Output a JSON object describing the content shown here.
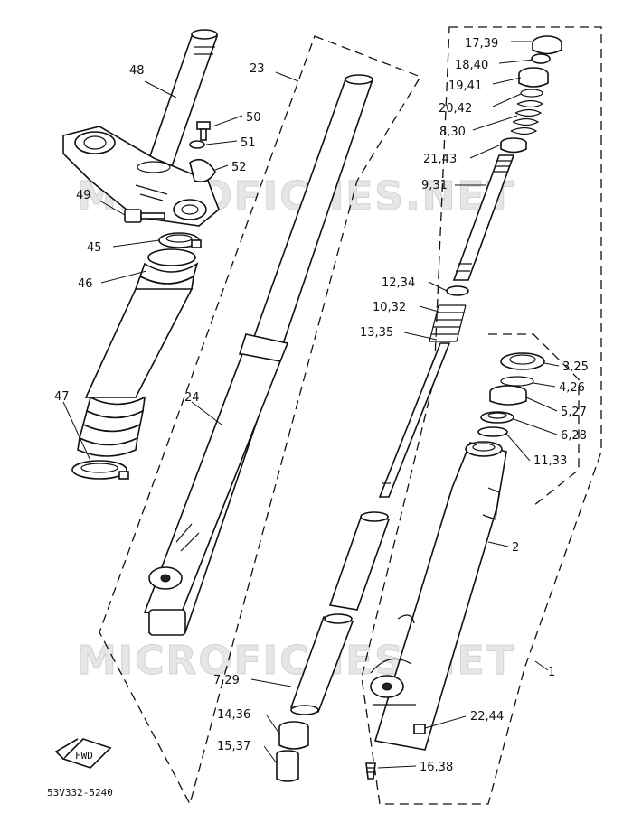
{
  "watermarks": [
    "MICROFICHES.NET",
    "MICROFICHES.NET"
  ],
  "catalog_number": "53V332-5240",
  "fwd_label": "FWD",
  "callouts": {
    "c48": "48",
    "c50": "50",
    "c51": "51",
    "c52": "52",
    "c49": "49",
    "c45": "45",
    "c46": "46",
    "c47": "47",
    "c23": "23",
    "c24": "24",
    "c17_39": "17,39",
    "c18_40": "18,40",
    "c19_41": "19,41",
    "c20_42": "20,42",
    "c8_30": "8,30",
    "c21_43": "21,43",
    "c9_31": "9,31",
    "c12_34": "12,34",
    "c10_32": "10,32",
    "c13_35": "13,35",
    "c3_25": "3,25",
    "c4_26": "4,26",
    "c5_27": "5,27",
    "c6_28": "6,28",
    "c11_33": "11,33",
    "c2": "2",
    "c1": "1",
    "c7_29": "7,29",
    "c22_44": "22,44",
    "c14_36": "14,36",
    "c15_37": "15,37",
    "c16_38": "16,38"
  }
}
